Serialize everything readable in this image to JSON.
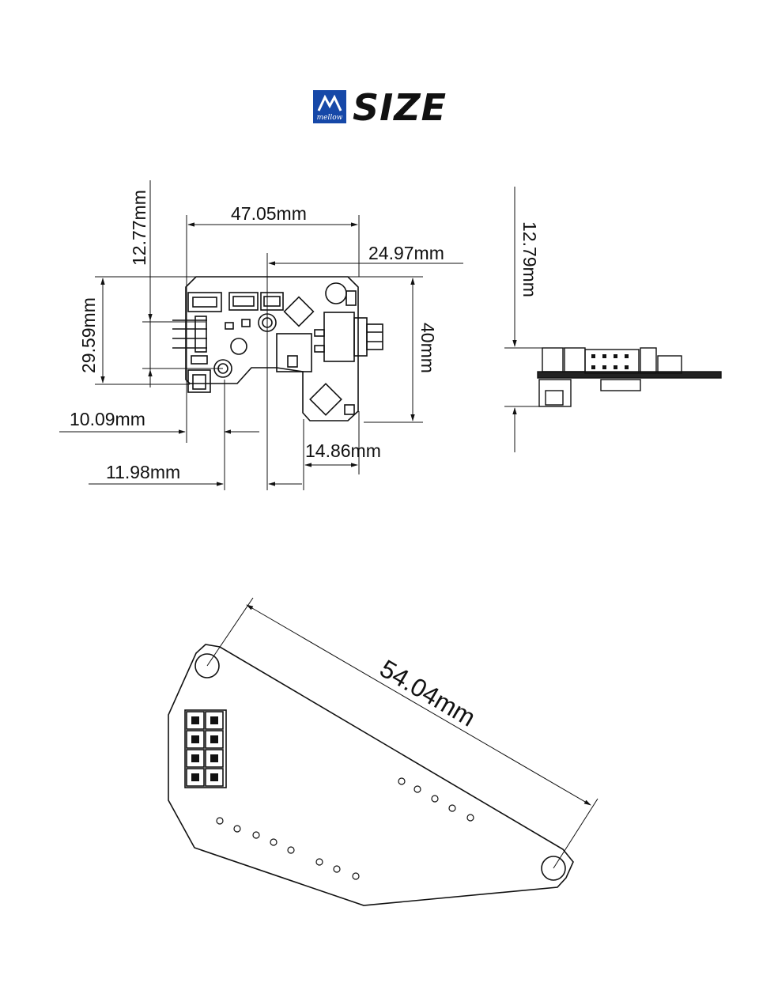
{
  "header": {
    "brand_text": "mellow",
    "title": "SIZE"
  },
  "top_view": {
    "dim_width_47": "47.05mm",
    "dim_24": "24.97mm",
    "dim_12_77": "12.77mm",
    "dim_29_59": "29.59mm",
    "dim_40": "40mm",
    "dim_10_09": "10.09mm",
    "dim_14_86": "14.86mm",
    "dim_11_98": "11.98mm"
  },
  "side_view": {
    "dim_12_79": "12.79mm"
  },
  "bottom_view": {
    "dim_54": "54.04mm"
  }
}
